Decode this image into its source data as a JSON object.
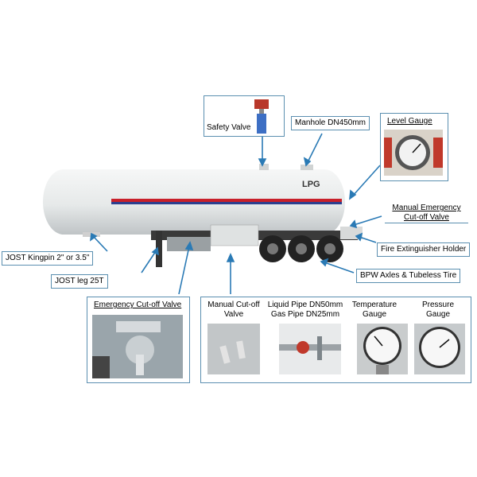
{
  "labels": {
    "safety_valve": "Safety Valve",
    "manhole": "Manhole DN450mm",
    "level_gauge": "Level Gauge",
    "manual_emergency_line1": "Manual Emergency",
    "manual_emergency_line2": "Cut-off Valve",
    "fire_extinguisher": "Fire Extinguisher Holder",
    "bpw_axles": "BPW Axles & Tubeless Tire",
    "kingpin": "JOST Kingpin 2\" or 3.5\"",
    "jost_leg": "JOST leg 25T",
    "emergency_cutoff": "Emergency Cut-off Valve",
    "manual_cutoff_line1": "Manual Cut-off",
    "manual_cutoff_line2": "Valve",
    "liquid_pipe": "Liquid Pipe DN50mm",
    "gas_pipe": "Gas Pipe DN25mm",
    "temperature_line1": "Temperature",
    "temperature_line2": "Gauge",
    "pressure_line1": "Pressure",
    "pressure_line2": "Gauge"
  },
  "tank": {
    "marking": "LPG"
  },
  "colors": {
    "callout_border": "#5b8fb0",
    "arrow": "#2a7ab5",
    "tank_body": "#e9ecec",
    "stripe_red": "#c8202a",
    "stripe_blue": "#2b3f8f"
  },
  "icons": [
    "arrow-icon",
    "gauge-icon",
    "valve-icon"
  ]
}
